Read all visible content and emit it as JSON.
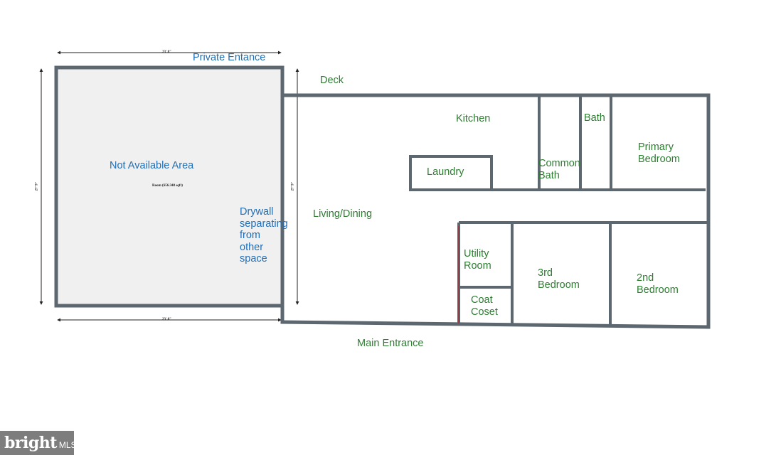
{
  "dimensions": {
    "top_width": "23' 8\"",
    "bottom_width": "23' 8\"",
    "left_height": "27' 9\"",
    "right_height": "27' 9\"",
    "room_area": "Room (656.348 sqft)"
  },
  "labels": {
    "private_entrance": "Private Entance",
    "deck": "Deck",
    "not_available": "Not Available Area",
    "drywall": [
      "Drywall",
      "separating",
      "from",
      "other",
      "space"
    ],
    "kitchen": "Kitchen",
    "bath": "Bath",
    "primary_bedroom": [
      "Primary",
      "Bedroom"
    ],
    "laundry": "Laundry",
    "common_bath": [
      "Common",
      "Bath"
    ],
    "living_dining": "Living/Dining",
    "utility_room": [
      "Utility",
      "Room"
    ],
    "third_bedroom": [
      "3rd",
      "Bedroom"
    ],
    "second_bedroom": [
      "2nd",
      "Bedroom"
    ],
    "coat_closet": [
      "Coat",
      "Coset"
    ],
    "main_entrance": "Main Entrance"
  },
  "watermark": {
    "brand": "bright",
    "suffix": "MLS"
  },
  "colors": {
    "wall": "#5d6770",
    "room_label": "#2e7d32",
    "note_label": "#1f6fb8",
    "unavailable_fill": "#f0f0f0",
    "accent_wall": "#a0343c"
  }
}
